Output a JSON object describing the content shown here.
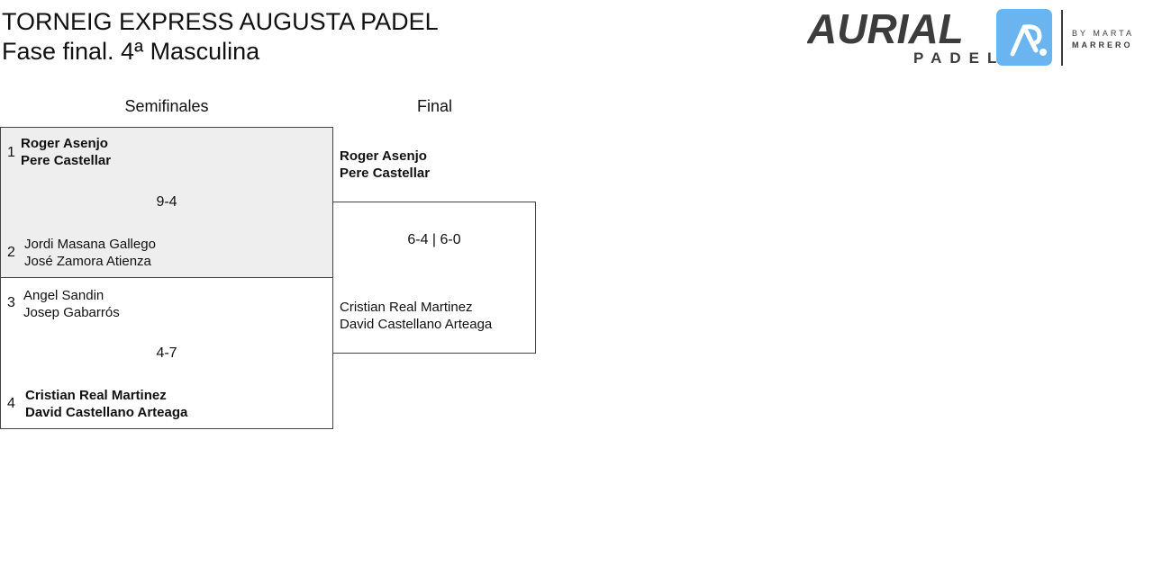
{
  "header": {
    "title_line1": "TORNEIG EXPRESS AUGUSTA PADEL",
    "title_line2": "Fase final. 4ª Masculina"
  },
  "logo": {
    "brand": "AURIAL",
    "sub": "PADEL",
    "by": "BY MARTA",
    "by2": "MARRERO",
    "accent": "#6ab4f0",
    "dark": "#3c3c3c"
  },
  "rounds": {
    "semis": "Semifinales",
    "final": "Final"
  },
  "semis": [
    {
      "score": "9-4",
      "teams": [
        {
          "seed": "1",
          "p1": "Roger Asenjo",
          "p2": "Pere Castellar",
          "winner": true
        },
        {
          "seed": "2",
          "p1": "Jordi Masana Gallego",
          "p2": "José Zamora Atienza",
          "winner": false
        }
      ]
    },
    {
      "score": "4-7",
      "teams": [
        {
          "seed": "3",
          "p1": "Angel Sandin",
          "p2": "Josep Gabarrós",
          "winner": false
        },
        {
          "seed": "4",
          "p1": "Cristian Real Martinez",
          "p2": "David Castellano Arteaga",
          "winner": true
        }
      ]
    }
  ],
  "final": {
    "score": "6-4 | 6-0",
    "teams": [
      {
        "p1": "Roger Asenjo",
        "p2": "Pere Castellar",
        "winner": true
      },
      {
        "p1": "Cristian Real Martinez",
        "p2": "David Castellano Arteaga",
        "winner": false
      }
    ]
  }
}
